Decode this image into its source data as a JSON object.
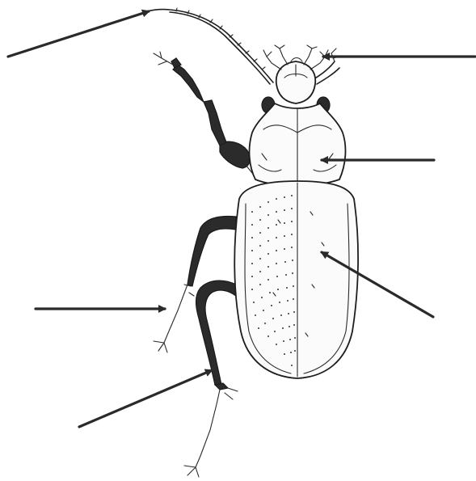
{
  "diagram": {
    "subject_icon": "ground-beetle-illustration",
    "background": "#ffffff",
    "ink_color": "#1e1e1e",
    "label_pointers": [
      {
        "name": "arrow-to-antenna"
      },
      {
        "name": "arrow-to-mouthparts"
      },
      {
        "name": "arrow-to-thorax"
      },
      {
        "name": "arrow-to-wing-cover"
      },
      {
        "name": "arrow-to-front-leg"
      },
      {
        "name": "arrow-to-hind-leg"
      }
    ]
  }
}
